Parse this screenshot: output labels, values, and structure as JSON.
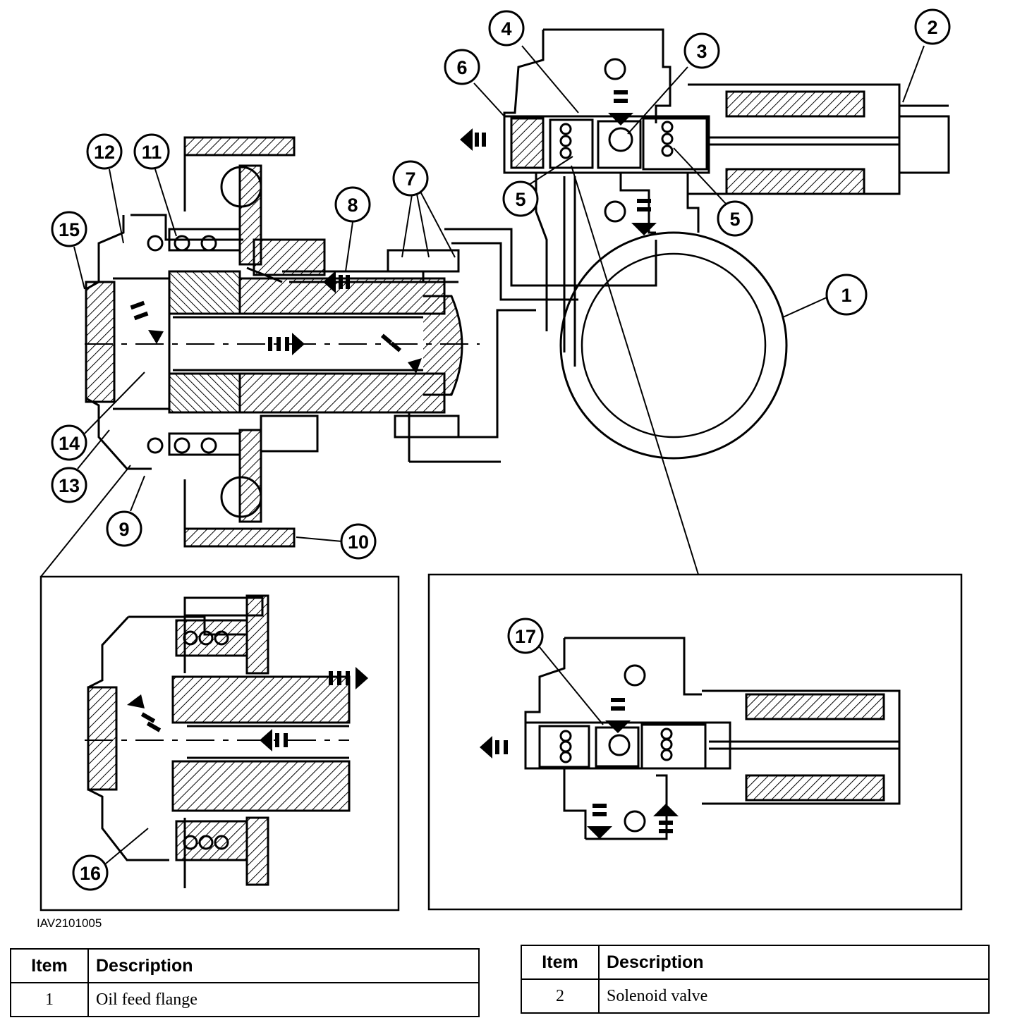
{
  "figure_code": "IAV2101005",
  "callouts": [
    "1",
    "2",
    "3",
    "4",
    "5",
    "5",
    "6",
    "7",
    "8",
    "9",
    "10",
    "11",
    "12",
    "13",
    "14",
    "15",
    "16",
    "17"
  ],
  "table_left": {
    "header_item": "Item",
    "header_description": "Description",
    "rows": [
      {
        "item": "1",
        "description": "Oil feed flange"
      }
    ]
  },
  "table_right": {
    "header_item": "Item",
    "header_description": "Description",
    "rows": [
      {
        "item": "2",
        "description": "Solenoid valve"
      }
    ]
  }
}
